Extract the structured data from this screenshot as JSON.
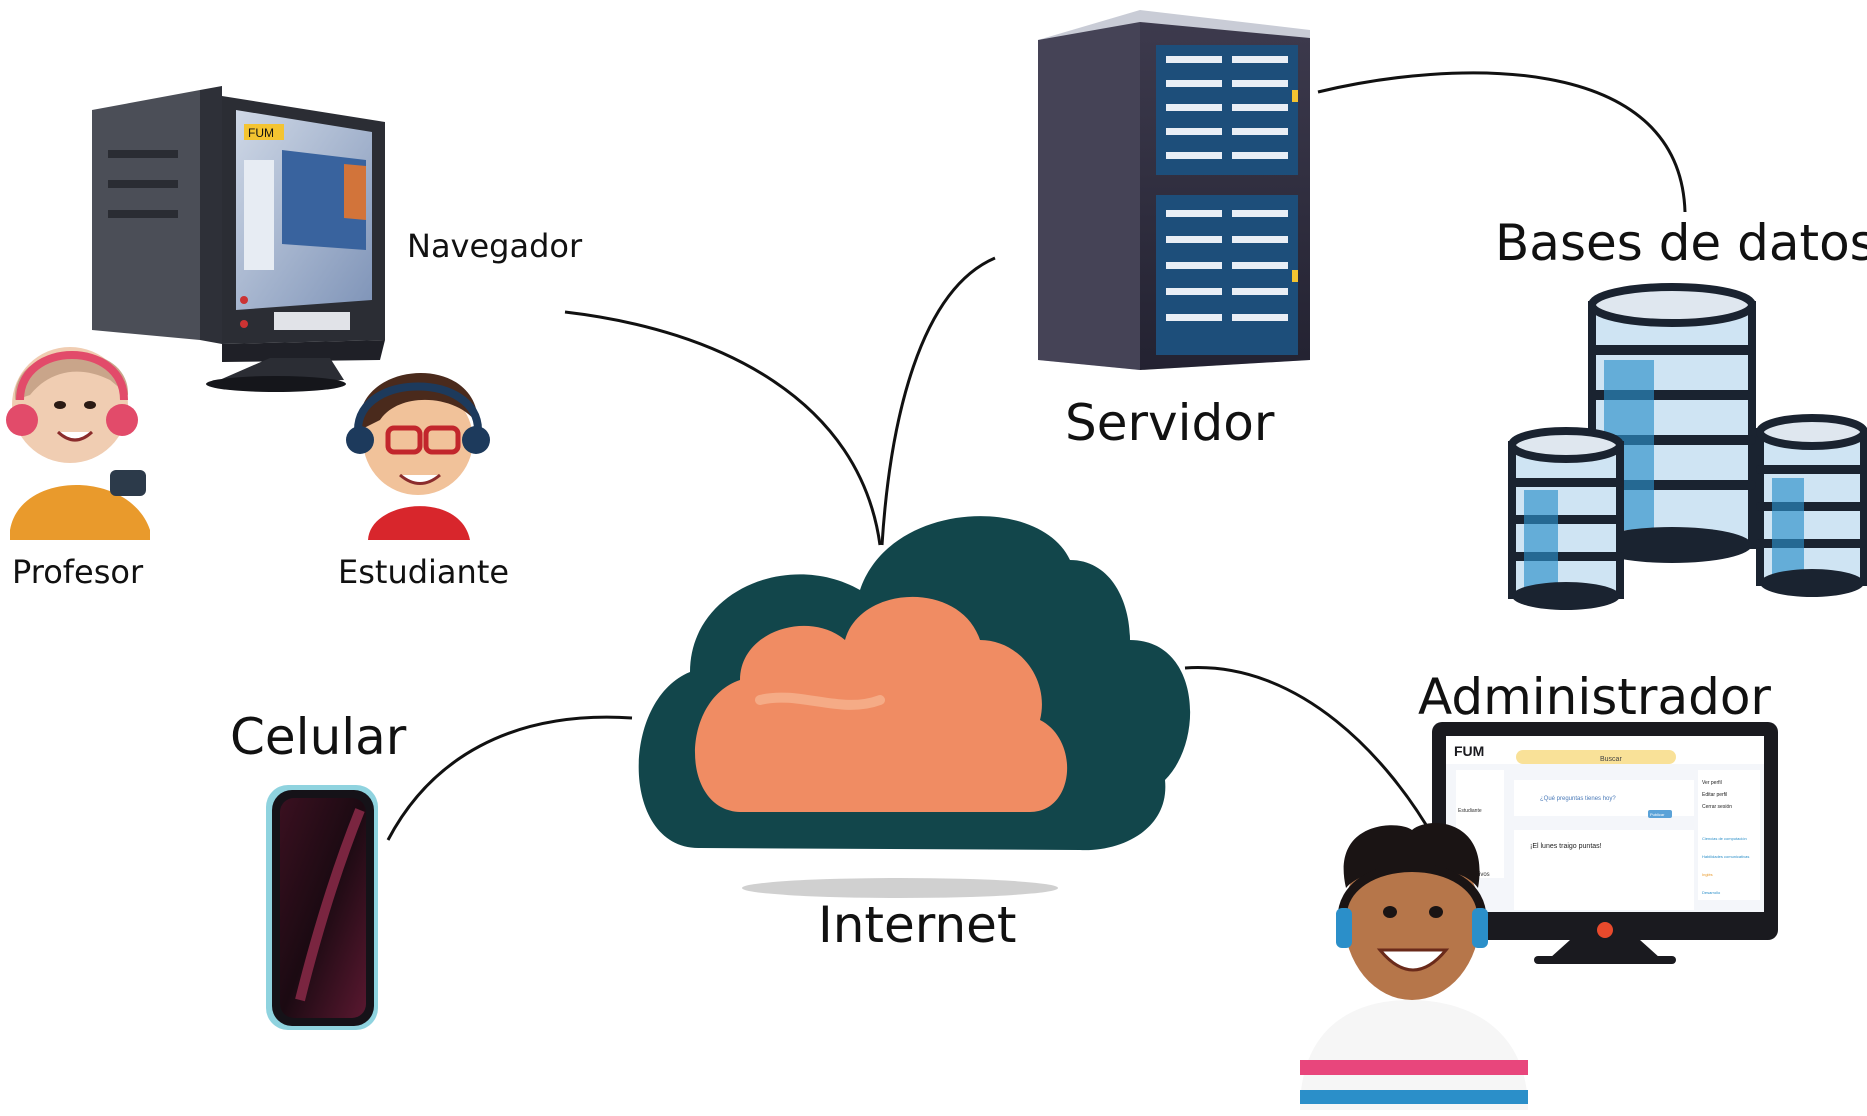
{
  "labels": {
    "navegador": "Navegador",
    "profesor": "Profesor",
    "estudiante": "Estudiante",
    "celular": "Celular",
    "servidor": "Servidor",
    "bases_de_datos": "Bases de datos",
    "administrador": "Administrador",
    "internet": "Internet"
  },
  "screens": {
    "desktop_logo": "FUM",
    "admin_logo": "FUM",
    "admin_search": "Buscar",
    "admin_prompt": "¿Qué preguntas tienes hoy?",
    "admin_post_title": "¡El lunes traigo puntas!",
    "admin_sidebar_user": "Estudiante",
    "admin_sidebar_active": "Más activos",
    "admin_publish": "Publicar",
    "admin_menu": [
      "Ver perfil",
      "Editar perfil",
      "Cerrar sesión"
    ],
    "admin_topics": [
      "Ciencias de computación",
      "Habilidades comunicativas",
      "Inglés",
      "Desarrollo"
    ]
  },
  "colors": {
    "cloud_outer": "#12464b",
    "cloud_inner": "#f08c63",
    "line": "#111111",
    "accent_yellow": "#f4c431",
    "server_body": "#2d2a38",
    "db_blue": "#2b8fc9"
  }
}
